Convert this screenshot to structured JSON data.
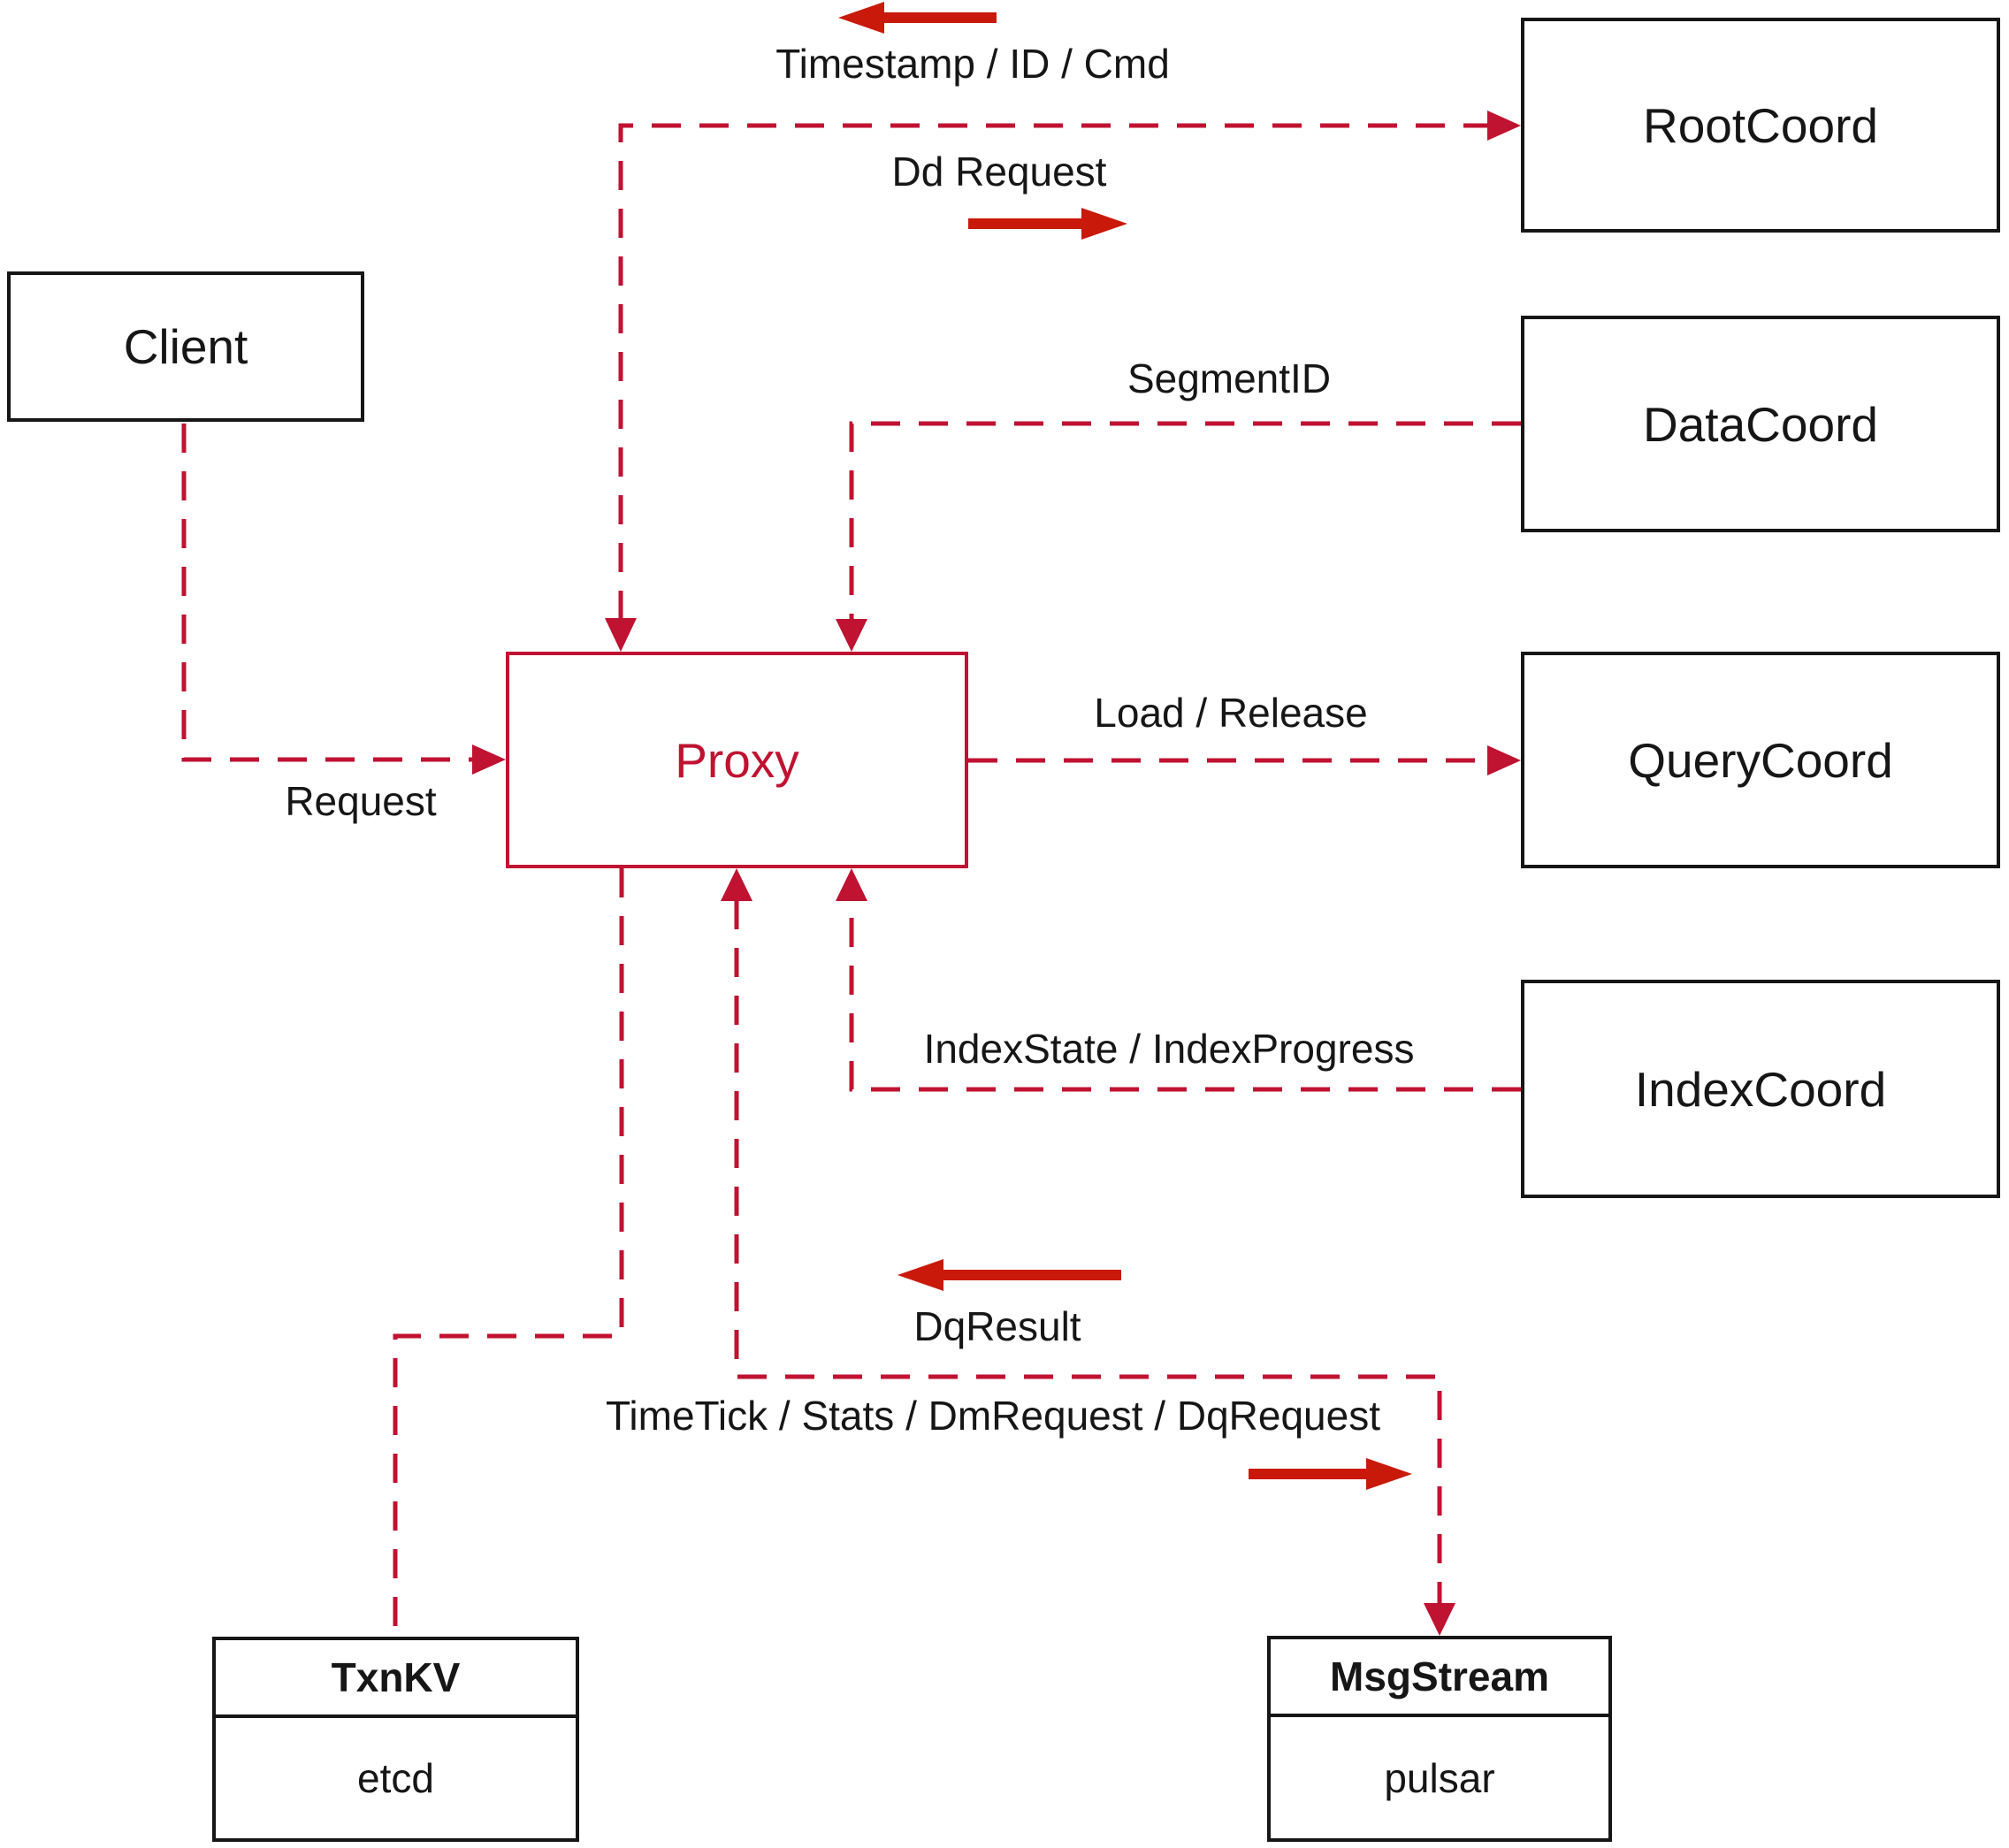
{
  "colors": {
    "line": "#c01231",
    "arrow": "#c9190a",
    "ink": "#161616",
    "bg": "#ffffff"
  },
  "nodes": {
    "client": {
      "label": "Client"
    },
    "proxy": {
      "label": "Proxy"
    },
    "root_coord": {
      "label": "RootCoord"
    },
    "data_coord": {
      "label": "DataCoord"
    },
    "query_coord": {
      "label": "QueryCoord"
    },
    "index_coord": {
      "label": "IndexCoord"
    },
    "txn_kv": {
      "title": "TxnKV",
      "impl": "etcd"
    },
    "msg_stream": {
      "title": "MsgStream",
      "impl": "pulsar"
    }
  },
  "edges": {
    "client_to_proxy": {
      "label": "Request"
    },
    "proxy_rootcoord": {
      "to_proxy_label": "Timestamp / ID / Cmd",
      "to_rootcoord_label": "Dd Request"
    },
    "datacoord_to_proxy": {
      "label": "SegmentID"
    },
    "proxy_to_querycoord": {
      "label": "Load / Release"
    },
    "indexcoord_to_proxy": {
      "label": "IndexState / IndexProgress"
    },
    "proxy_msgstream": {
      "to_proxy_label": "DqResult",
      "to_msgstream_label": "TimeTick / Stats / DmRequest / DqRequest"
    }
  }
}
